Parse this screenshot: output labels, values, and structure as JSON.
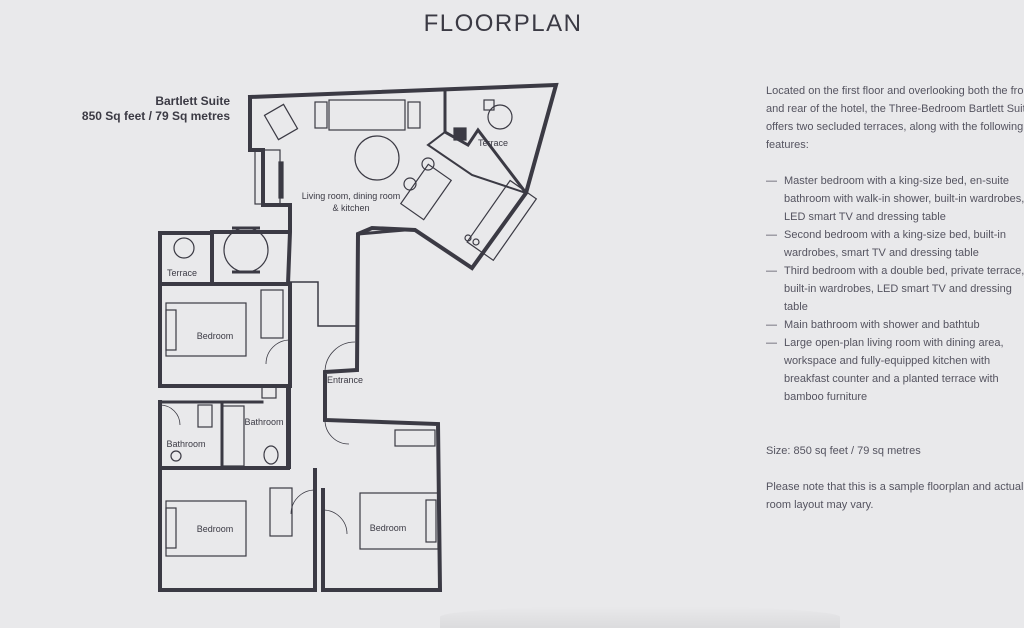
{
  "page": {
    "title": "FLOORPLAN"
  },
  "suite": {
    "name": "Bartlett Suite",
    "size": "850 Sq feet / 79 Sq metres"
  },
  "rooms": {
    "living": [
      "Living room, dining room",
      "& kitchen"
    ],
    "terrace_top": "Terrace",
    "terrace_left": "Terrace",
    "bedroom_upper": "Bedroom",
    "bathroom_middle": "Bathroom",
    "bathroom_left": "Bathroom",
    "entrance": "Entrance",
    "bedroom_lower_left": "Bedroom",
    "bedroom_lower_right": "Bedroom"
  },
  "description": {
    "intro": "Located on the first floor and overlooking both the front and rear of the hotel, the Three-Bedroom Bartlett Suite offers two secluded terraces, along with the following features:",
    "features": [
      "Master bedroom with a king-size bed, en-suite bathroom with walk-in shower, built-in wardrobes, LED smart TV and dressing table",
      "Second bedroom with a king-size bed, built-in wardrobes, smart TV and dressing table",
      "Third bedroom with a double bed, private terrace, built-in wardrobes, LED smart TV and dressing table",
      "Main bathroom with shower and bathtub",
      "Large open-plan living room with dining area, workspace and fully-equipped kitchen with breakfast counter and a planted terrace with bamboo furniture"
    ],
    "bullet": "—",
    "size": "Size: 850 sq feet / 79 sq metres",
    "note": "Please note that this is a sample floorplan and actual room layout may vary."
  }
}
